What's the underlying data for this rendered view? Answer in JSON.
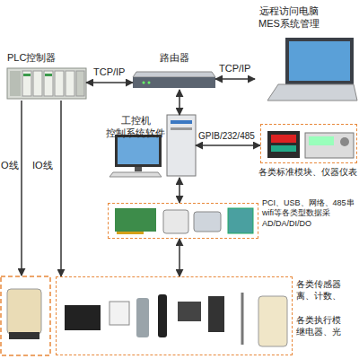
{
  "diagram": {
    "nodes": [
      {
        "text": [
          "PLC控制器"
        ]
      },
      {
        "text": [
          "路由器"
        ]
      },
      {
        "text": [
          "远程访问电脑 MES系统管理"
        ]
      },
      {
        "text": [
          "工控机 控制系统软件"
        ]
      },
      {
        "text": [
          "各类标准模块、仪器仪表"
        ]
      },
      {
        "text": [
          "PCI、USB、网络、485串 wifi等各类型数据采 AD/DA/DI/DO"
        ]
      },
      {
        "text": [
          "各类传感器 离、计数、",
          "各类执行模 继电器、光"
        ]
      }
    ],
    "edges": [
      {
        "from": 0,
        "to": 1,
        "label": "TCP/IP",
        "arrow": "both"
      },
      {
        "from": 1,
        "to": 2,
        "label": "TCP/IP",
        "arrow": "both"
      },
      {
        "from": 1,
        "to": 3,
        "arrow": "both"
      },
      {
        "from": 3,
        "to": 4,
        "label": "GPIB/232/485",
        "arrow": "both"
      },
      {
        "from": 3,
        "to": 5,
        "arrow": "both"
      },
      {
        "from": 5,
        "to": 6,
        "arrow": "both"
      },
      {
        "from": 0,
        "to": 6,
        "label": "IO线",
        "arrow": "to"
      }
    ],
    "labels": [
      "O线"
    ]
  }
}
